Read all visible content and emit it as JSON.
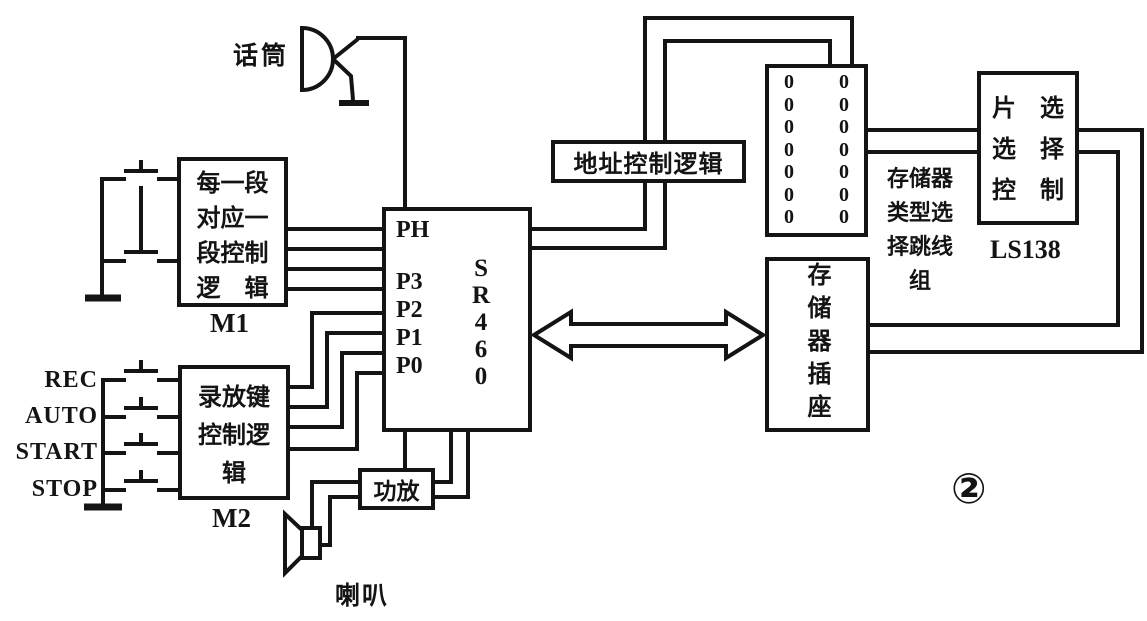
{
  "diagram": {
    "peripherals": {
      "microphone_label": "话筒",
      "speaker_label": "喇叭"
    },
    "inputs": {
      "labels": [
        "REC",
        "AUTO",
        "START",
        "STOP"
      ]
    },
    "blocks": {
      "m1": {
        "lines": [
          "每一段",
          "对应一",
          "段控制",
          "逻　辑"
        ],
        "label": "M1"
      },
      "m2": {
        "lines": [
          "录放键",
          "控制逻",
          "辑"
        ],
        "label": "M2"
      },
      "chip": {
        "pins": [
          "PH",
          "P3",
          "P2",
          "P1",
          "P0"
        ],
        "name_chars": [
          "S",
          "R",
          "4",
          "6",
          "0"
        ]
      },
      "addr_logic": {
        "label": "地址控制逻辑"
      },
      "jumper": {
        "pin": "0",
        "caption_lines": [
          "存储器",
          "类型选",
          "择跳线",
          "组"
        ]
      },
      "chip_select": {
        "lines": [
          "片　选",
          "选　择",
          "控　制"
        ],
        "label": "LS138"
      },
      "socket": {
        "label": "存储器插座"
      },
      "amp": {
        "label": "功放"
      }
    },
    "figure_number": "②",
    "colors": {
      "line": "#141414",
      "background": "#ffffff"
    }
  }
}
